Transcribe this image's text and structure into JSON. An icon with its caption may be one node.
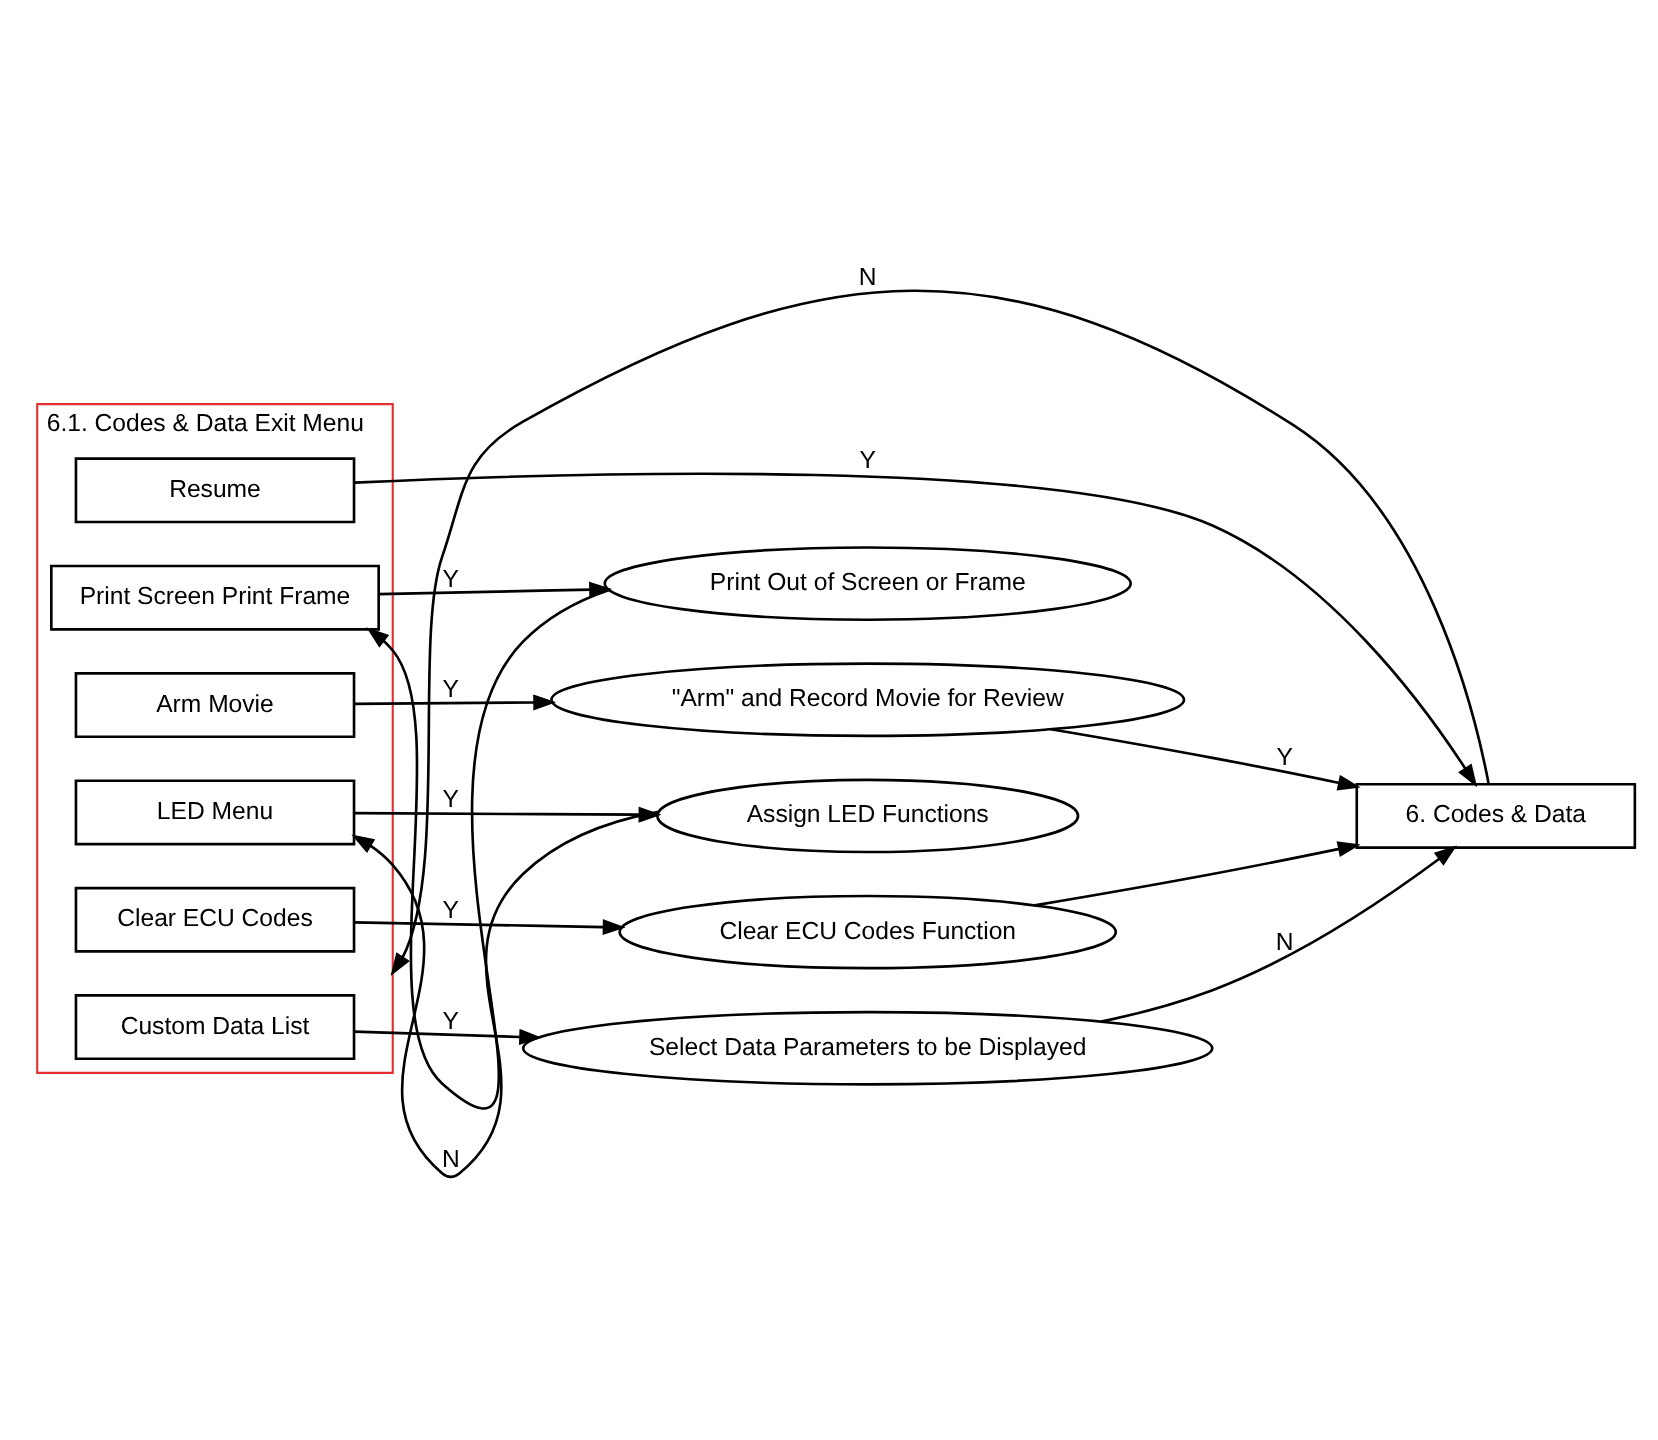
{
  "diagram": {
    "nodes": [
      {
        "text": [
          "6. Codes & Data"
        ]
      },
      {
        "text": [
          "6.1. Codes & Data Exit Menu"
        ]
      },
      {
        "text": [
          "Resume"
        ],
        "in": 1
      },
      {
        "text": [
          "Print Screen Print Frame"
        ],
        "in": 1
      },
      {
        "text": [
          "Arm Movie"
        ],
        "in": 1
      },
      {
        "text": [
          "LED Menu"
        ],
        "in": 1
      },
      {
        "text": [
          "Clear ECU Codes"
        ],
        "in": 1
      },
      {
        "text": [
          "Custom Data List"
        ],
        "in": 1
      },
      {
        "text": [
          "Print Out of Screen or Frame"
        ]
      },
      {
        "text": [
          "\"Arm\" and Record Movie for Review"
        ]
      },
      {
        "text": [
          "Assign LED Functions"
        ]
      },
      {
        "text": [
          "Clear ECU Codes Function"
        ]
      },
      {
        "text": [
          "Select Data Parameters to be Displayed"
        ]
      }
    ],
    "edges": [
      {
        "from": 0,
        "to": 1,
        "arrow": "to",
        "label": "N"
      },
      {
        "from": 2,
        "to": 0,
        "arrow": "to",
        "label": "Y"
      },
      {
        "from": 3,
        "to": 8,
        "arrow": "to",
        "label": "Y"
      },
      {
        "from": 8,
        "to": 3,
        "arrow": "to"
      },
      {
        "from": 4,
        "to": 9,
        "arrow": "to",
        "label": "Y"
      },
      {
        "from": 9,
        "to": 0,
        "arrow": "to",
        "label": "Y"
      },
      {
        "from": 5,
        "to": 10,
        "arrow": "to",
        "label": "Y"
      },
      {
        "from": 10,
        "to": 5,
        "arrow": "to",
        "label": "N"
      },
      {
        "from": 6,
        "to": 11,
        "arrow": "to",
        "label": "Y"
      },
      {
        "from": 11,
        "to": 0,
        "arrow": "to"
      },
      {
        "from": 7,
        "to": 12,
        "arrow": "to",
        "label": "Y"
      },
      {
        "from": 12,
        "to": 0,
        "arrow": "to",
        "label": "N"
      }
    ]
  }
}
